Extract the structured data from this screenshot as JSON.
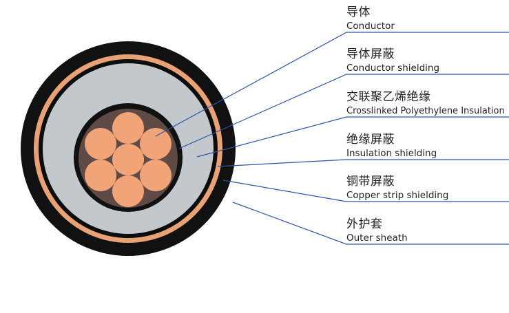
{
  "colors": {
    "outer_sheath": "#111111",
    "copper_strip": "#e8a276",
    "insulation_shielding": "#0d0d0d",
    "insulation": "#c3c8cc",
    "conductor_shielding": "#111111",
    "filler": "#5f4a45",
    "conductor": "#f0a478",
    "leader_line": "#2b55a8"
  },
  "layers": [
    {
      "id": "conductor",
      "zh": "导体",
      "en": "Conductor"
    },
    {
      "id": "conductor-shielding",
      "zh": "导体屏蔽",
      "en": "Conductor shielding"
    },
    {
      "id": "xlpe-insulation",
      "zh": "交联聚乙烯绝缘",
      "en": "Crosslinked Polyethylene Insulation"
    },
    {
      "id": "insulation-shielding",
      "zh": "绝缘屏蔽",
      "en": "Insulation shielding"
    },
    {
      "id": "copper-strip-shielding",
      "zh": "铜带屏蔽",
      "en": "Copper strip shielding"
    },
    {
      "id": "outer-sheath",
      "zh": "外护套",
      "en": "Outer sheath"
    }
  ]
}
